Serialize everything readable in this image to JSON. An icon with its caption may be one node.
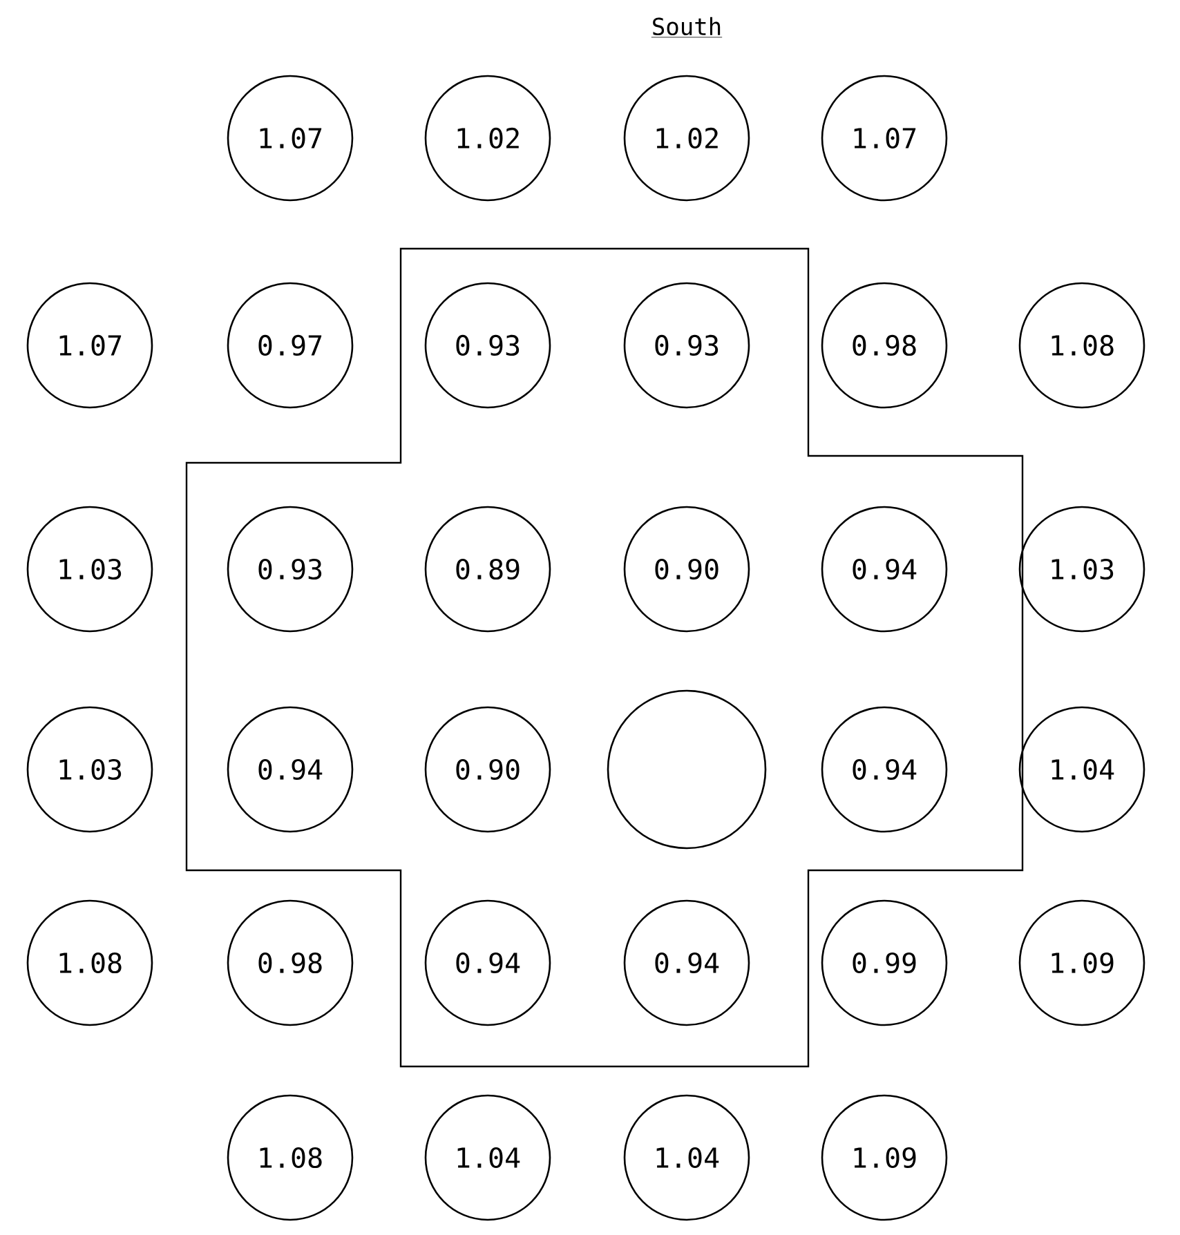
{
  "diagram": {
    "title": "South",
    "nodes": [
      {
        "text": [
          "1.07"
        ]
      },
      {
        "text": [
          "1.02"
        ]
      },
      {
        "text": [
          "1.02"
        ]
      },
      {
        "text": [
          "1.07"
        ]
      },
      {
        "text": [
          "1.07"
        ]
      },
      {
        "text": [
          "0.97"
        ]
      },
      {
        "text": [
          "0.93"
        ]
      },
      {
        "text": [
          "0.93"
        ]
      },
      {
        "text": [
          "0.98"
        ]
      },
      {
        "text": [
          "1.08"
        ]
      },
      {
        "text": [
          "1.03"
        ]
      },
      {
        "text": [
          "0.93"
        ]
      },
      {
        "text": [
          "0.89"
        ]
      },
      {
        "text": [
          "0.90"
        ]
      },
      {
        "text": [
          "0.94"
        ]
      },
      {
        "text": [
          "1.03"
        ]
      },
      {
        "text": [
          "1.03"
        ]
      },
      {
        "text": [
          "0.94"
        ]
      },
      {
        "text": [
          "0.90"
        ]
      },
      {
        "text": [],
        "shape": "circle"
      },
      {
        "text": [
          "0.94"
        ]
      },
      {
        "text": [
          "1.04"
        ]
      },
      {
        "text": [
          "1.08"
        ]
      },
      {
        "text": [
          "0.98"
        ]
      },
      {
        "text": [
          "0.94"
        ]
      },
      {
        "text": [
          "0.94"
        ]
      },
      {
        "text": [
          "0.99"
        ]
      },
      {
        "text": [
          "1.09"
        ]
      },
      {
        "text": [
          "1.08"
        ]
      },
      {
        "text": [
          "1.04"
        ]
      },
      {
        "text": [
          "1.04"
        ]
      },
      {
        "text": [
          "1.09"
        ]
      }
    ]
  }
}
